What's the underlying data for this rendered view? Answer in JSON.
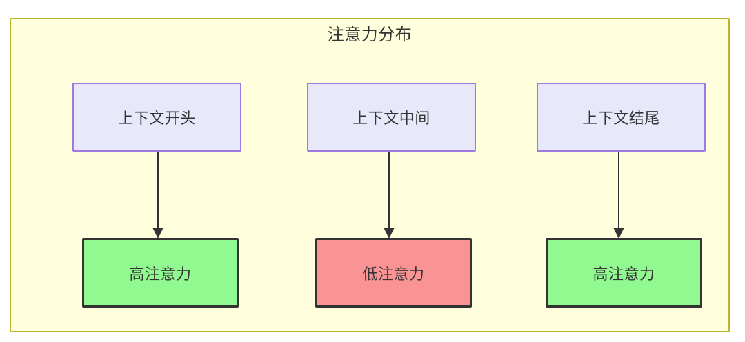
{
  "diagram": {
    "title": "注意力分布",
    "background_color": "#ffffff",
    "container": {
      "fill": "#ffffde",
      "border_color": "#bcb62c"
    },
    "context_nodes": [
      {
        "label": "上下文开头",
        "fill": "#e8e8fb",
        "border": "#9d7ae0"
      },
      {
        "label": "上下文中间",
        "fill": "#e8e8fb",
        "border": "#9d7ae0"
      },
      {
        "label": "上下文结尾",
        "fill": "#e8e8fb",
        "border": "#9d7ae0"
      }
    ],
    "result_nodes": [
      {
        "label": "高注意力",
        "fill": "#90fa90",
        "border": "#333333"
      },
      {
        "label": "低注意力",
        "fill": "#fa9494",
        "border": "#333333"
      },
      {
        "label": "高注意力",
        "fill": "#90fa90",
        "border": "#333333"
      }
    ],
    "edges": [
      {
        "from": "上下文开头",
        "to": "高注意力",
        "style": "solid-arrow"
      },
      {
        "from": "上下文中间",
        "to": "低注意力",
        "style": "solid-arrow"
      },
      {
        "from": "上下文结尾",
        "to": "高注意力",
        "style": "solid-arrow"
      }
    ]
  }
}
